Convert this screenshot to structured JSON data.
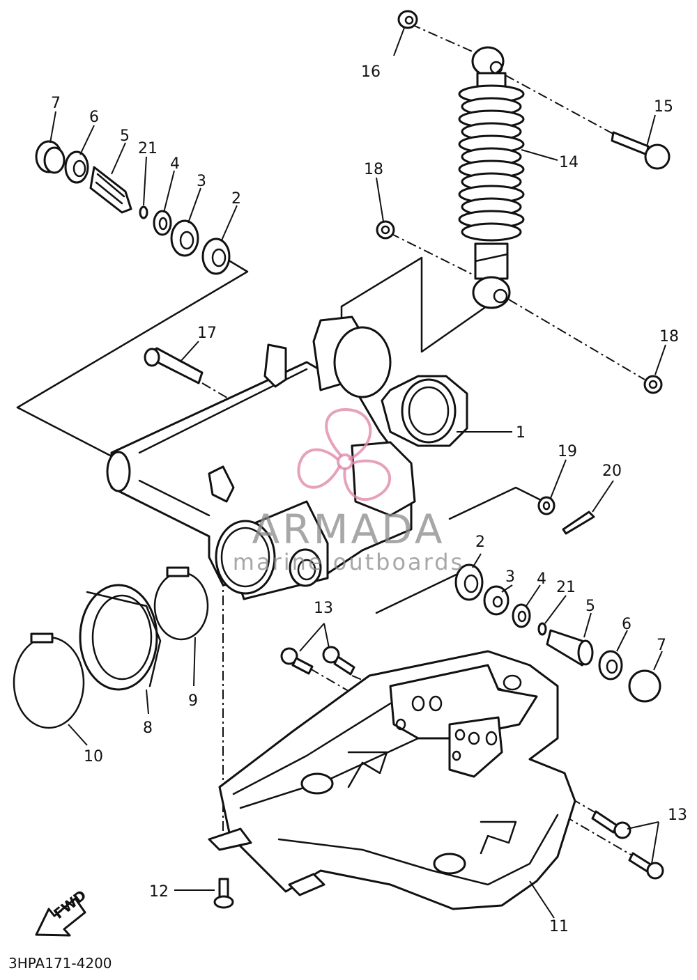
{
  "diagram_code": "3HPA171-4200",
  "fwd_label": "FWD",
  "watermark": {
    "brand": "ARMADA",
    "tagline": "marine outboards",
    "brand_color": "#8a8a8a",
    "logo_color": "#e08aaa"
  },
  "callouts": [
    {
      "id": "c1",
      "label": "1"
    },
    {
      "id": "c2a",
      "label": "2"
    },
    {
      "id": "c2b",
      "label": "2"
    },
    {
      "id": "c3a",
      "label": "3"
    },
    {
      "id": "c3b",
      "label": "3"
    },
    {
      "id": "c4a",
      "label": "4"
    },
    {
      "id": "c4b",
      "label": "4"
    },
    {
      "id": "c5a",
      "label": "5"
    },
    {
      "id": "c5b",
      "label": "5"
    },
    {
      "id": "c6a",
      "label": "6"
    },
    {
      "id": "c6b",
      "label": "6"
    },
    {
      "id": "c7a",
      "label": "7"
    },
    {
      "id": "c7b",
      "label": "7"
    },
    {
      "id": "c8",
      "label": "8"
    },
    {
      "id": "c9",
      "label": "9"
    },
    {
      "id": "c10",
      "label": "10"
    },
    {
      "id": "c11",
      "label": "11"
    },
    {
      "id": "c12",
      "label": "12"
    },
    {
      "id": "c13a",
      "label": "13"
    },
    {
      "id": "c13b",
      "label": "13"
    },
    {
      "id": "c14",
      "label": "14"
    },
    {
      "id": "c15",
      "label": "15"
    },
    {
      "id": "c16",
      "label": "16"
    },
    {
      "id": "c17",
      "label": "17"
    },
    {
      "id": "c18a",
      "label": "18"
    },
    {
      "id": "c18b",
      "label": "18"
    },
    {
      "id": "c19",
      "label": "19"
    },
    {
      "id": "c20",
      "label": "20"
    },
    {
      "id": "c21a",
      "label": "21"
    },
    {
      "id": "c21b",
      "label": "21"
    }
  ]
}
